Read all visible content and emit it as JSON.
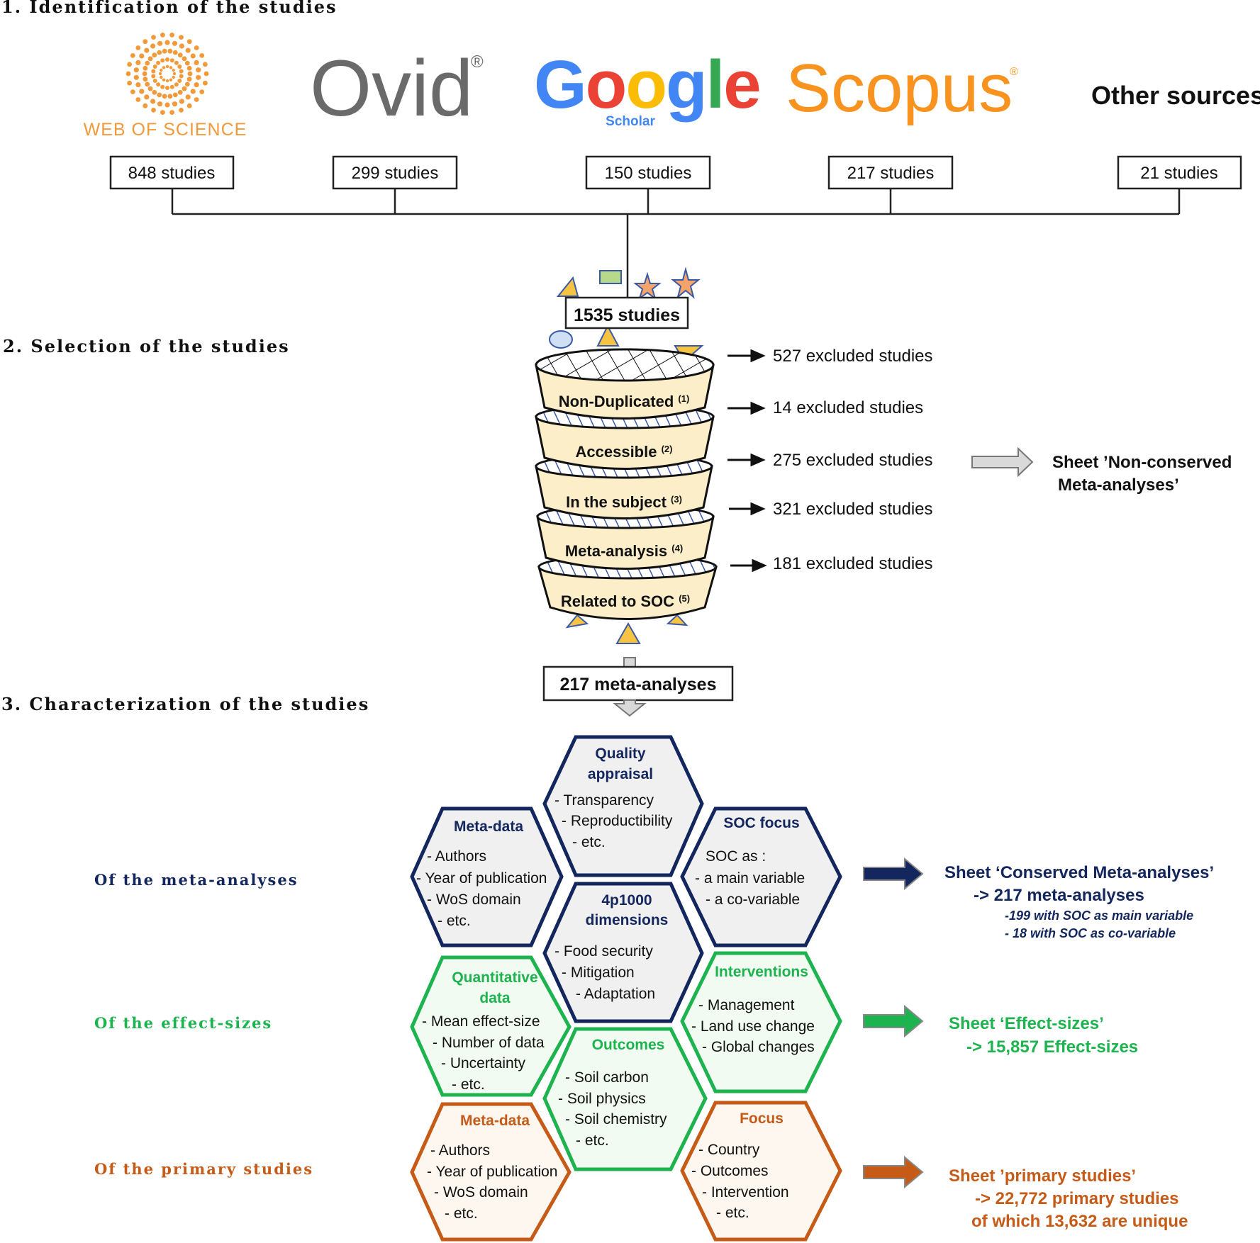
{
  "sections": {
    "identification": "1. Identification of the studies",
    "selection": "2. Selection of the studies",
    "characterization": "3. Characterization of the studies"
  },
  "sources": [
    {
      "name": "WEB OF SCIENCE",
      "count": "848 studies"
    },
    {
      "name": "Ovid",
      "mark": "®",
      "count": "299 studies"
    },
    {
      "name": "Google",
      "sub": "Scholar",
      "count": "150 studies"
    },
    {
      "name": "Scopus",
      "mark": "®",
      "count": "217 studies"
    },
    {
      "name": "Other sources",
      "count": "21 studies"
    }
  ],
  "total": "1535 studies",
  "filters": [
    {
      "label": "Non-Duplicated",
      "note": "(1)",
      "excluded": "527 excluded studies"
    },
    {
      "label": "Accessible",
      "note": "(2)",
      "excluded": "14 excluded studies"
    },
    {
      "label": "In the subject",
      "note": "(3)",
      "excluded": "275 excluded studies"
    },
    {
      "label": "Meta-analysis",
      "note": "(4)",
      "excluded": "321 excluded studies"
    },
    {
      "label": "Related to SOC",
      "note": "(5)",
      "excluded": "181 excluded studies"
    }
  ],
  "nonconserved": {
    "line1": "Sheet  ’Non-conserved",
    "line2": "Meta-analyses’"
  },
  "result": "217 meta-analyses",
  "levels": {
    "meta": "Of the meta-analyses",
    "effect": "Of the effect-sizes",
    "primary": "Of the primary studies"
  },
  "hexes": {
    "quality": {
      "t1": "Quality",
      "t2": "appraisal",
      "items": [
        "- Transparency",
        "- Reproductibility",
        "- etc."
      ]
    },
    "metadata": {
      "t1": "Meta-data",
      "items": [
        "- Authors",
        "- Year of publication",
        "- WoS domain",
        "- etc."
      ]
    },
    "soc": {
      "t1": "SOC focus",
      "items": [
        "SOC as :",
        "- a main variable",
        "- a co-variable"
      ]
    },
    "p4": {
      "t1": "4p1000",
      "t2": "dimensions",
      "items": [
        "- Food security",
        "- Mitigation",
        "- Adaptation"
      ]
    },
    "quant": {
      "t1": "Quantitative",
      "t2": "data",
      "items": [
        "- Mean effect-size",
        "- Number of data",
        "- Uncertainty",
        "- etc."
      ]
    },
    "interv": {
      "t1": "Interventions",
      "items": [
        "- Management",
        "- Land use change",
        "- Global changes"
      ]
    },
    "outcomes": {
      "t1": "Outcomes",
      "items": [
        "- Soil carbon",
        "- Soil physics",
        "- Soil chemistry",
        "- etc."
      ]
    },
    "pmeta": {
      "t1": "Meta-data",
      "items": [
        "- Authors",
        "- Year of publication",
        "- WoS domain",
        "- etc."
      ]
    },
    "focus": {
      "t1": "Focus",
      "items": [
        "- Country",
        "- Outcomes",
        "- Intervention",
        "- etc."
      ]
    }
  },
  "outputs": {
    "meta": {
      "l1": "Sheet ‘Conserved Meta-analyses’",
      "l2": "-> 217 meta-analyses",
      "l3": "-199 with SOC as main variable",
      "l4": "- 18  with SOC as co-variable"
    },
    "effect": {
      "l1": "Sheet ‘Effect-sizes’",
      "l2": "-> 15,857 Effect-sizes"
    },
    "primary": {
      "l1": "Sheet  ’primary studies’",
      "l2": "-> 22,772 primary studies",
      "l3": "of which 13,632 are unique"
    }
  },
  "colors": {
    "navy": "#13275e",
    "green": "#1db34f",
    "orange": "#c65a17",
    "google_blue": "#4285f4",
    "google_red": "#ea4335",
    "google_yellow": "#fbbc05",
    "google_green": "#34a853",
    "scopus": "#f7931e",
    "wos": "#f29a3a"
  }
}
